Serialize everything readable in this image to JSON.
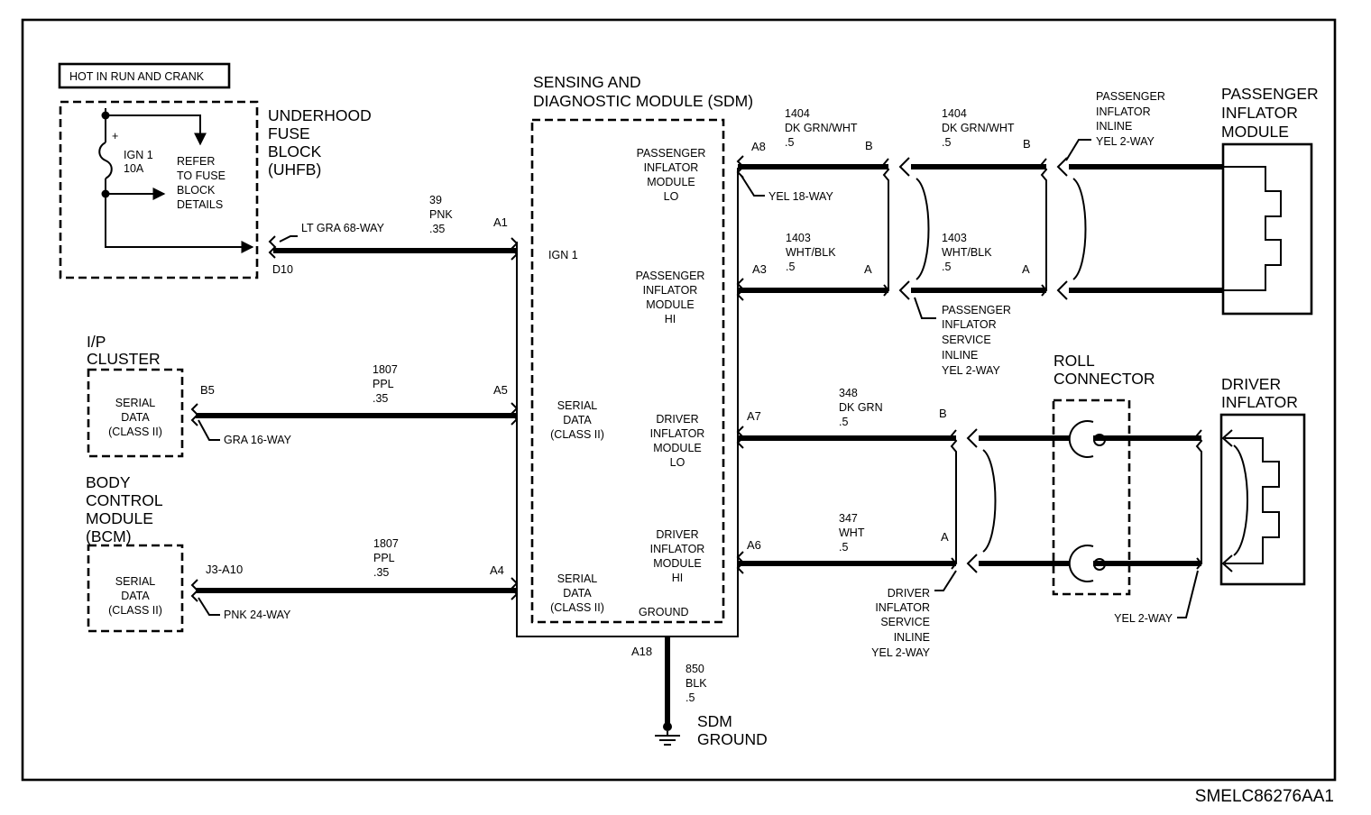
{
  "note_box": "HOT IN RUN AND CRANK",
  "uhfb": {
    "title": [
      "UNDERHOOD",
      "FUSE",
      "BLOCK",
      "(UHFB)"
    ],
    "fuse_plus": "+",
    "fuse_name": [
      "IGN 1",
      "10A"
    ],
    "refer": [
      "REFER",
      "TO FUSE",
      "BLOCK",
      "DETAILS"
    ],
    "connector": "LT GRA 68-WAY",
    "pin": "D10"
  },
  "wire_39": {
    "circuit": "39",
    "color": "PNK",
    "gauge": ".35",
    "pin": "A1"
  },
  "ip_cluster": {
    "title": [
      "I/P",
      "CLUSTER"
    ],
    "inner": [
      "SERIAL",
      "DATA",
      "(CLASS II)"
    ],
    "pin": "B5",
    "connector": "GRA 16-WAY"
  },
  "wire_1807_top": {
    "circuit": "1807",
    "color": "PPL",
    "gauge": ".35",
    "pin": "A5"
  },
  "bcm": {
    "title": [
      "BODY",
      "CONTROL",
      "MODULE",
      "(BCM)"
    ],
    "inner": [
      "SERIAL",
      "DATA",
      "(CLASS II)"
    ],
    "pin": "J3-A10",
    "connector": "PNK 24-WAY"
  },
  "wire_1807_bottom": {
    "circuit": "1807",
    "color": "PPL",
    "gauge": ".35",
    "pin": "A4"
  },
  "sdm": {
    "title": [
      "SENSING AND",
      "DIAGNOSTIC MODULE (SDM)"
    ],
    "ign": "IGN 1",
    "serial_1": [
      "SERIAL",
      "DATA",
      "(CLASS II)"
    ],
    "serial_2": [
      "SERIAL",
      "DATA",
      "(CLASS II)"
    ],
    "pass_lo": [
      "PASSENGER",
      "INFLATOR",
      "MODULE",
      "LO"
    ],
    "pass_hi": [
      "PASSENGER",
      "INFLATOR",
      "MODULE",
      "HI"
    ],
    "drv_lo": [
      "DRIVER",
      "INFLATOR",
      "MODULE",
      "LO"
    ],
    "drv_hi": [
      "DRIVER",
      "INFLATOR",
      "MODULE",
      "HI"
    ],
    "ground": "GROUND",
    "connector": "YEL 18-WAY",
    "pin_a8": "A8",
    "pin_a3": "A3",
    "pin_a7": "A7",
    "pin_a6": "A6",
    "pin_a18": "A18"
  },
  "wire_1404_left": {
    "circuit": "1404",
    "color": "DK GRN/WHT",
    "gauge": ".5",
    "pin": "B"
  },
  "wire_1404_right": {
    "circuit": "1404",
    "color": "DK GRN/WHT",
    "gauge": ".5",
    "pin": "B"
  },
  "wire_1403_left": {
    "circuit": "1403",
    "color": "WHT/BLK",
    "gauge": ".5",
    "pin": "A"
  },
  "wire_1403_right": {
    "circuit": "1403",
    "color": "WHT/BLK",
    "gauge": ".5",
    "pin": "A"
  },
  "pass_inline": [
    "PASSENGER",
    "INFLATOR",
    "INLINE",
    "YEL 2-WAY"
  ],
  "pass_service_inline": [
    "PASSENGER",
    "INFLATOR",
    "SERVICE",
    "INLINE",
    "YEL 2-WAY"
  ],
  "pass_module": [
    "PASSENGER",
    "INFLATOR",
    "MODULE"
  ],
  "wire_348": {
    "circuit": "348",
    "color": "DK GRN",
    "gauge": ".5",
    "pin": "B"
  },
  "wire_347": {
    "circuit": "347",
    "color": "WHT",
    "gauge": ".5",
    "pin": "A"
  },
  "drv_service_inline": [
    "DRIVER",
    "INFLATOR",
    "SERVICE",
    "INLINE",
    "YEL 2-WAY"
  ],
  "roll_connector": [
    "ROLL",
    "CONNECTOR"
  ],
  "driver_inflator": [
    "DRIVER",
    "INFLATOR"
  ],
  "drv_connector": "YEL 2-WAY",
  "wire_850": {
    "circuit": "850",
    "color": "BLK",
    "gauge": ".5"
  },
  "sdm_ground": [
    "SDM",
    "GROUND"
  ],
  "figure_code": "SMELC86276AA1"
}
